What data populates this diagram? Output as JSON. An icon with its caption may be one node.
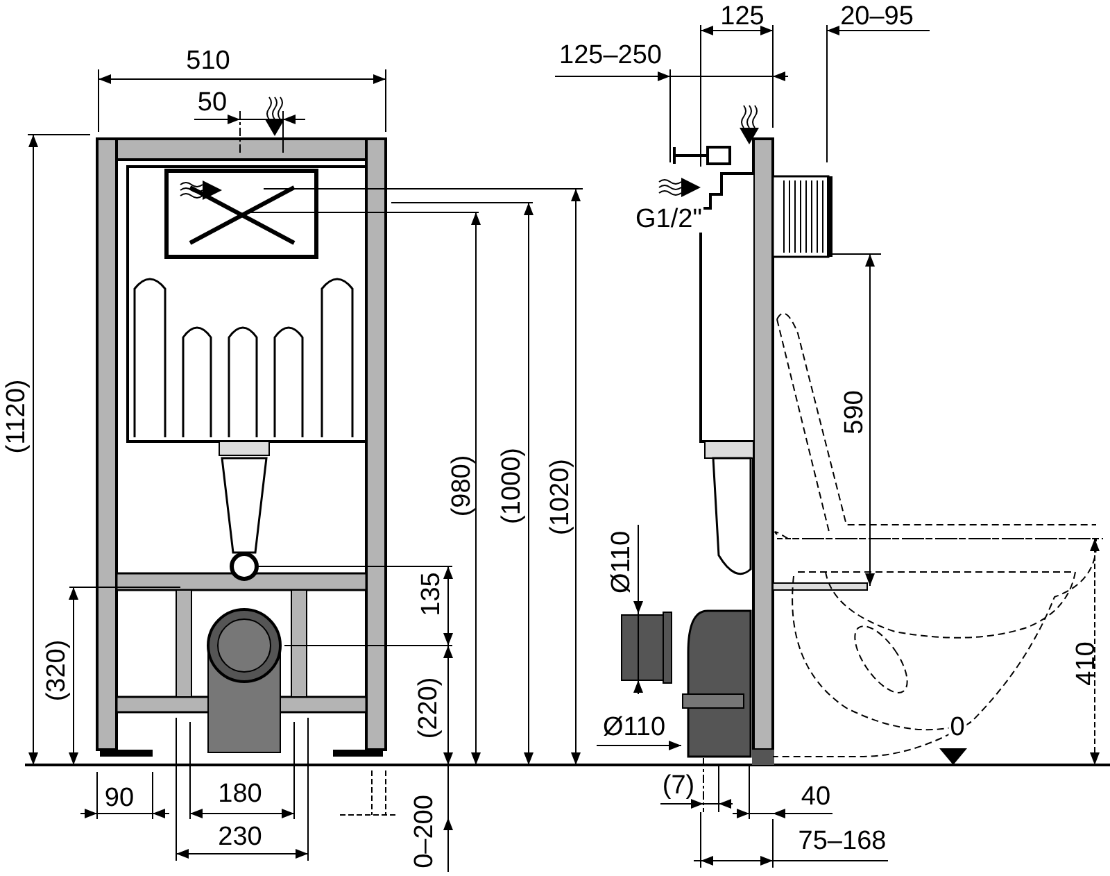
{
  "diagram": {
    "labels": [
      "125",
      "20–95",
      "125–250",
      "510",
      "50",
      "G1/2\"",
      "(1120)",
      "590",
      "(980)",
      "(1000)",
      "(1020)",
      "Ø110",
      "135",
      "410",
      "(320)",
      "(220)",
      "Ø110",
      "0",
      "(7)",
      "180",
      "90",
      "40",
      "0–200",
      "230",
      "75–168"
    ]
  }
}
